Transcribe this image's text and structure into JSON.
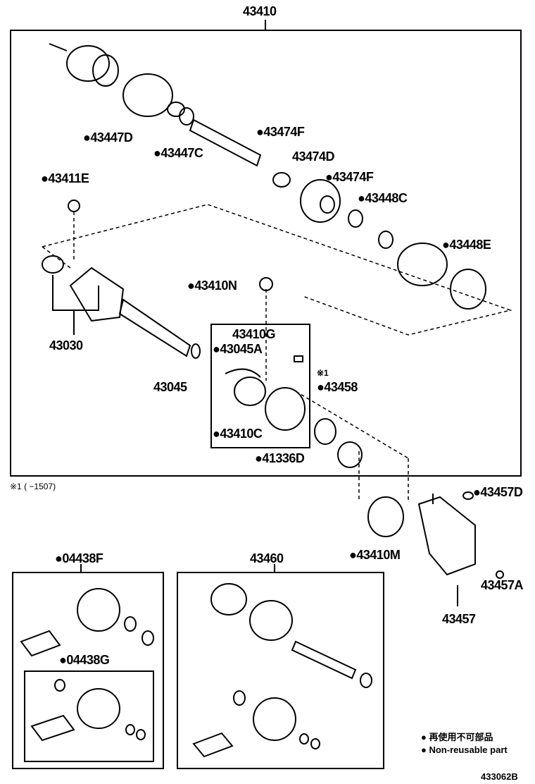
{
  "diagram": {
    "assembly_label": "43410",
    "parts": {
      "p43447D": "●43447D",
      "p43447C": "●43447C",
      "p43474F_a": "●43474F",
      "p43474D": "43474D",
      "p43474F_b": "●43474F",
      "p43448C": "●43448C",
      "p43448E": "●43448E",
      "p43411E": "●43411E",
      "p43410N": "●43410N",
      "p43030": "43030",
      "p43410G": "43410G",
      "p43045A": "●43045A",
      "note_mark": "※1",
      "p43458": "●43458",
      "p43045": "43045",
      "p43410C": "●43410C",
      "p41336D": "●41336D",
      "p43457D": "●43457D",
      "p43410M": "●43410M",
      "p43457A": "43457A",
      "p43457": "43457",
      "p04438F": "●04438F",
      "p04438G": "●04438G",
      "p43460": "43460"
    },
    "footnote": "※1 (    −1507)",
    "legend": {
      "line_jp": "● 再使用不可部品",
      "line_en": "● Non-reusable part"
    },
    "figure_id": "433062B"
  }
}
